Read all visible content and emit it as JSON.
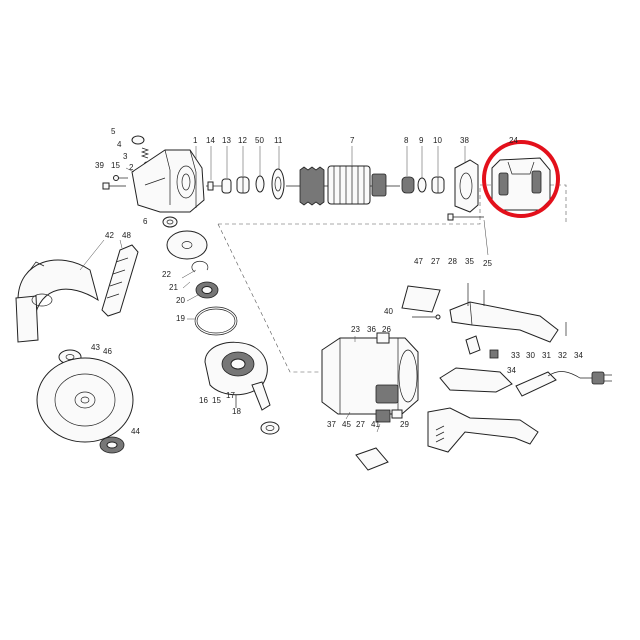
{
  "callouts": {
    "c1": "1",
    "c2": "2",
    "c3": "3",
    "c4": "4",
    "c5": "5",
    "c6": "6",
    "c7": "7",
    "c8": "8",
    "c9": "9",
    "c10": "10",
    "c11": "11",
    "c12": "12",
    "c13": "13",
    "c14": "14",
    "c15": "15",
    "c15b": "15",
    "c16": "16",
    "c17": "17",
    "c18": "18",
    "c19": "19",
    "c20": "20",
    "c21": "21",
    "c22": "22",
    "c23": "23",
    "c24": "24",
    "c25": "25",
    "c26": "26",
    "c27": "27",
    "c28": "28",
    "c29": "29",
    "c30": "30",
    "c31": "31",
    "c32": "32",
    "c33": "33",
    "c34": "34",
    "c34b": "34",
    "c35": "35",
    "c36": "36",
    "c37": "37",
    "c38": "38",
    "c39": "39",
    "c40": "40",
    "c41": "41",
    "c42": "42",
    "c43": "43",
    "c44": "44",
    "c45": "45",
    "c46": "46",
    "c47": "47",
    "c48": "48",
    "c50": "50"
  },
  "highlight": {
    "part": "24",
    "color": "#e3101b"
  },
  "colors": {
    "ink": "#222222",
    "background": "#ffffff"
  }
}
